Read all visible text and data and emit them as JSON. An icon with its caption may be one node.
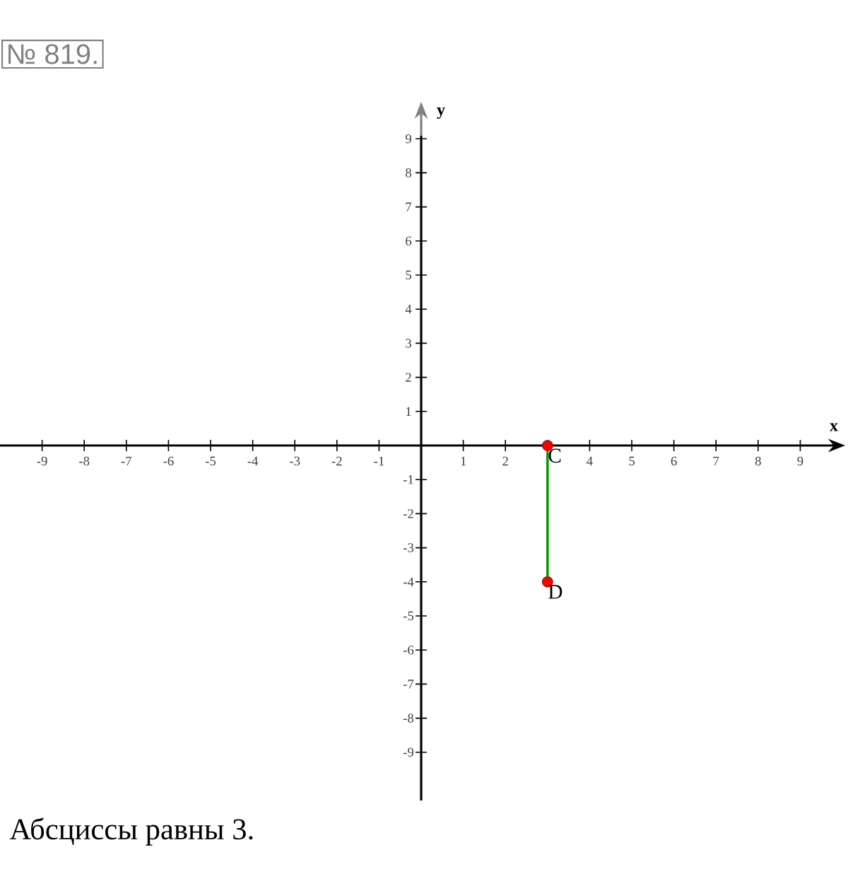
{
  "diagram": {
    "nodes": [
      {
        "text": [],
        "shape": "circle",
        "beside": [
          "C"
        ]
      },
      {
        "text": [],
        "shape": "circle",
        "beside": [
          "D"
        ]
      }
    ],
    "edges": [
      {
        "from": 0,
        "to": 1,
        "arrow": "none"
      }
    ],
    "labels": [
      "№ 819.",
      "y",
      "9",
      "8",
      "7",
      "6",
      "5",
      "4",
      "3",
      "2",
      "1",
      "x",
      "-9",
      "-8",
      "-7",
      "-6",
      "-5",
      "-4",
      "-3",
      "-2",
      "-1",
      "1",
      "2",
      "4",
      "5",
      "6",
      "7",
      "8",
      "9",
      "-1",
      "-2",
      "-3",
      "-4",
      "-5",
      "-6",
      "-7",
      "-8",
      "-9",
      "Абсциссы равны 3."
    ]
  }
}
